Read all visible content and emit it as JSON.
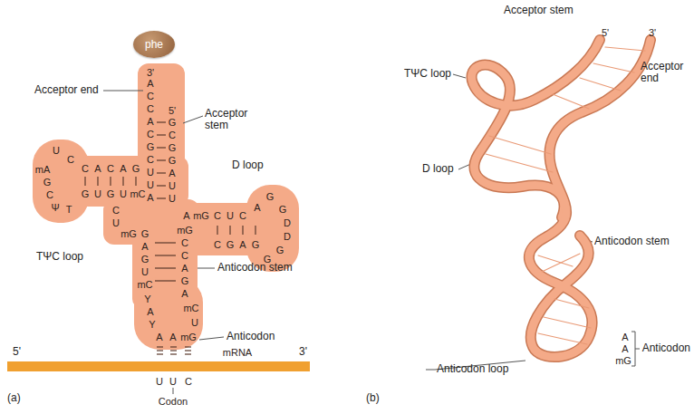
{
  "diagram": {
    "nodes": [
      {
        "text": [
          "phe"
        ]
      }
    ],
    "labels": [
      "3'",
      "A",
      "C",
      "C",
      "A",
      "C",
      "G",
      "C",
      "U",
      "U",
      "A",
      "5'",
      "G",
      "C",
      "G",
      "G",
      "A",
      "U",
      "U",
      "Acceptor end",
      "Acceptor stem",
      "D loop",
      "U",
      "C",
      "C",
      "A",
      "C",
      "A",
      "G",
      "G",
      "U",
      "G",
      "U",
      "mC",
      "mA",
      "G",
      "C",
      "Ψ",
      "T",
      "TΨC loop",
      "A",
      "mG",
      "C",
      "U",
      "C",
      "A",
      "G",
      "G",
      "D",
      "D",
      "G",
      "G",
      "C",
      "G",
      "A",
      "G",
      "C",
      "U",
      "mG",
      "G",
      "A",
      "G",
      "U",
      "mC",
      "Y",
      "A",
      "Y",
      "A",
      "A",
      "mG",
      "U",
      "mC",
      "mG",
      "C",
      "C",
      "A",
      "G",
      "A",
      "Anticodon stem",
      "Anticodon",
      "5'",
      "mRNA",
      "3'",
      "U",
      "U",
      "C",
      "Codon",
      "(a)",
      "Acceptor stem",
      "5'",
      "3'",
      "Acceptor end",
      "TΨC loop",
      "D loop",
      "Anticodon stem",
      "A",
      "A",
      "mG",
      "Anticodon",
      "Anticodon loop",
      "(b)"
    ]
  }
}
